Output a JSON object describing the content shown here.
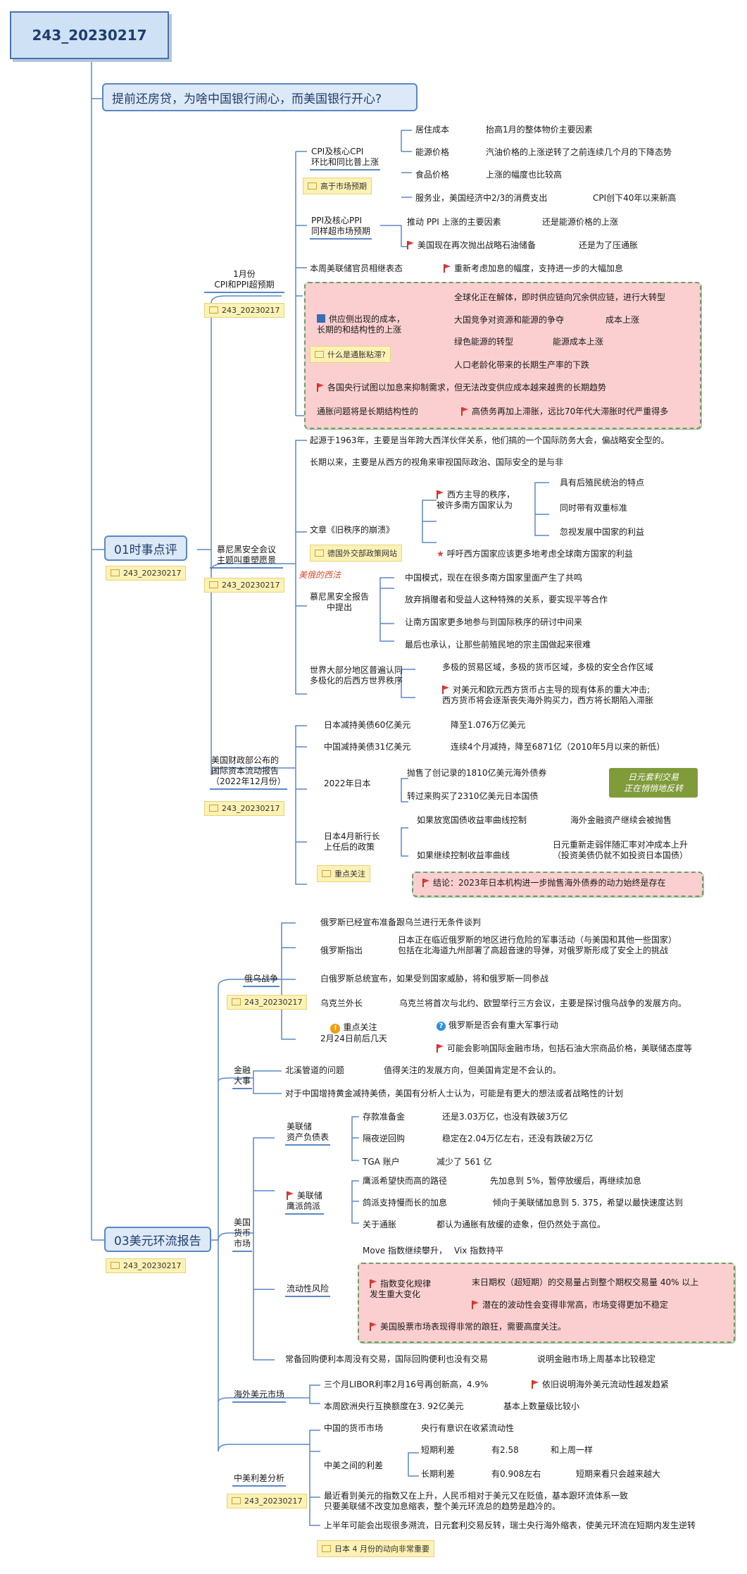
{
  "root": "243_20230217",
  "topic": "提前还房贷，为啥中国银行闹心，而美国银行开心?",
  "tag_code": "243_20230217",
  "s1": {
    "title": "01时事点评",
    "cpi": {
      "title": "1月份\nCPI和PPI超预期",
      "cpi_label": "CPI及核心CPI\n环比和同比普上涨",
      "cpi_tag": "高于市场预期",
      "items": [
        {
          "k": "居住成本",
          "v": "抬高1月的整体物价主要因素"
        },
        {
          "k": "能源价格",
          "v": "汽油价格的上涨逆转了之前连续几个月的下降态势"
        },
        {
          "k": "食品价格",
          "v": "上涨的幅度也比较高"
        },
        {
          "k": "服务业，美国经济中2/3的消费支出",
          "v": "CPI创下40年以来新高"
        }
      ],
      "ppi_label": "PPI及核心PPI\n同样超市场预期",
      "ppi_1": "推动 PPI 上涨的主要因素",
      "ppi_1v": "还是能源价格的上涨",
      "ppi_2": "美国现在再次抛出战略石油储备",
      "ppi_2v": "还是为了压通胀",
      "fed": "本周美联储官员相继表态",
      "fed_v": "重新考虑加息的幅度，支持进一步的大幅加息",
      "supply": "供应侧出现的成本，\n长期的和结构性的上涨",
      "supply_tag": "什么是通胀粘滞?",
      "supply_items": [
        "全球化正在解体，即时供应链向冗余供应链，进行大转型",
        "大国竞争对资源和能源的争夺",
        "绿色能源的转型",
        "人口老龄化带来的长期生产率的下跌"
      ],
      "cost_up": "成本上涨",
      "energy_cost": "能源成本上涨",
      "central": "各国央行试图以加息来抑制需求，但无法改变供应成本越来越贵的长期趋势",
      "inflation": "通胀问题将是长期结构性的",
      "inflation_v": "高债务再加上滞胀，远比70年代大滞胀时代严重得多"
    },
    "munich": {
      "title": "慕尼黑安全会议\n主题叫重塑愿景",
      "origin": "起源于1963年，主要是当年跨大西洋伙伴关系，他们搞的一个国际防务大会，偏战略安全型的。",
      "west": "长期以来，主要是从西方的视角来审视国际政治、国际安全的是与非",
      "article": "文章《旧秩序的崩溃》",
      "article_tag": "德国外交部政策网站",
      "west_order": "西方主导的秩序，\n被许多南方国家认为",
      "west_items": [
        "具有后殖民统治的特点",
        "同时带有双重标准",
        "忽视发展中国家的利益"
      ],
      "call": "呼吁西方国家应该更多地考虑全球南方国家的利益",
      "watermark": "美俄的西法",
      "report": "慕尼黑安全报告\n中提出",
      "report_items": [
        "中国模式，现在在很多南方国家里面产生了共鸣",
        "放弃捐赠者和受益人这种特殊的关系，要实现平等合作",
        "让南方国家更多地参与到国际秩序的研讨中间来",
        "最后也承认，让那些前殖民地的宗主国做起来很难"
      ],
      "world": "世界大部分地区普遍认同\n多极化的后西方世界秩序",
      "world_1": "多极的贸易区域，多极的货币区域，多极的安全合作区域",
      "world_2": "对美元和欧元西方货币占主导的现有体系的重大冲击;\n西方货币将会逐渐丧失海外购买力，西方将长期陷入滞胀"
    },
    "treasury": {
      "title": "美国财政部公布的\n国际资本流动报告\n（2022年12月份）",
      "jp": "日本减持美债60亿美元",
      "jp_v": "降至1.076万亿美元",
      "cn": "中国减持美债31亿美元",
      "cn_v": "连续4个月减持，降至6871亿（2010年5月以来的新低）",
      "jp2022": "2022年日本",
      "jp2022_1": "抛售了创记录的1810亿美元海外债券",
      "jp2022_2": "转过来购买了2310亿美元日本国债",
      "carry": "日元套利交易\n正在悄悄地反转",
      "boj": "日本4月新行长\n上任后的政策",
      "boj_tag": "重点关注",
      "boj_1": "如果放宽国债收益率曲线控制",
      "boj_1v": "海外金融资产继续会被抛售",
      "boj_2": "如果继续控制收益率曲线",
      "boj_2v": "日元重新走弱伴随汇率对冲成本上升\n（投资美债仍就不如投资日本国债）",
      "conclusion": "结论：2023年日本机构进一步抛售海外债券的动力始终是存在"
    }
  },
  "s3": {
    "title": "03美元环流报告",
    "war": {
      "title": "俄乌战争",
      "t1": "俄罗斯已经宣布准备跟乌兰进行无条件谈判",
      "t2": "俄罗斯指出",
      "t2v": "日本正在临近俄罗斯的地区进行危险的军事活动（与美国和其他一些国家）\n包括在北海道九州部署了高超音速的导弹，对俄罗斯形成了安全上的挑战",
      "t3": "白俄罗斯总统宣布，如果受到国家威胁，将和俄罗斯一同参战",
      "t4": "乌克兰外长",
      "t4v": "乌克兰将首次与北约、欧盟举行三方会议，主要是探讨俄乌战争的发展方向。",
      "t5": "重点关注\n2月24日前后几天",
      "t5a": "俄罗斯是否会有重大军事行动",
      "t5b": "可能会影响国际金融市场，包括石油大宗商品价格，美联储态度等"
    },
    "fin": {
      "title": "金融\n大事",
      "t1": "北溪管道的问题",
      "t1v": "值得关注的发展方向，但美国肯定是不会认的。",
      "t2": "对于中国增持黄金减持美债，美国有分析人士认为，可能是有更大的想法或者战略性的计划"
    },
    "money": {
      "title": "美国\n货币\n市场",
      "bs": "美联储\n资产负债表",
      "bs_items": [
        {
          "k": "存款准备金",
          "v": "还是3.03万亿，也没有跌破3万亿"
        },
        {
          "k": "隔夜逆回购",
          "v": "稳定在2.04万亿左右，还没有跌破2万亿"
        },
        {
          "k": "TGA 账户",
          "v": "减少了 561 亿"
        }
      ],
      "hawk": "美联储\n鹰派鸽派",
      "hawk_items": [
        {
          "k": "鹰派希望快而高的路径",
          "v": "先加息到 5%，暂停放缓后，再继续加息"
        },
        {
          "k": "鸽派支持慢而长的加息",
          "v": "倾向于美联储加息到 5. 375，希望以最快速度达到"
        },
        {
          "k": "关于通胀",
          "v": "都认为通胀有放缓的迹象，但仍然处于高位。"
        }
      ],
      "liq": "流动性风险",
      "liq_1": "Move 指数继续攀升，",
      "liq_1v": "Vix 指数持平",
      "liq_2": "指数变化规律\n发生重大变化",
      "liq_2a": "末日期权（超短期）的交易量占到整个期权交易量 40% 以上",
      "liq_2b": "潜在的波动性会变得非常高，市场变得更加不稳定",
      "liq_3": "美国股票市场表现得非常的踉狂，需要高度关注。",
      "repo": "常备回购便利本周没有交易，国际回购便利也没有交易",
      "repo_v": "说明金融市场上周基本比较稳定"
    },
    "overseas": {
      "title": "海外美元市场",
      "t1": "三个月LIBOR利率2月16号再创新高，4.9%",
      "t1v": "依旧说明海外美元流动性越发趋紧",
      "t2": "本周欧洲央行互换额度在3. 92亿美元",
      "t2v": "基本上数量级比较小"
    },
    "rate": {
      "title": "中美利差分析",
      "t1": "中国的货币市场",
      "t1v": "央行有意识在收紧流动性",
      "t2": "中美之间的利差",
      "t2a": "短期利差",
      "t2a_v": "有2.58",
      "t2a_w": "和上周一样",
      "t2b": "长期利差",
      "t2b_v": "有0.908左右",
      "t2b_w": "短期来看只会越来越大",
      "t3": "最近看到美元的指数又在上升，人民币相对于美元又在贬值，基本跟环流体系一致\n只要美联储不改变加息缩表，整个美元环流总的趋势是趋冷的。",
      "t4": "上半年可能会出现很多溯流，日元套利交易反转，瑞士央行海外缩表，使美元环流在短期内发生逆转",
      "tag": "日本 4 月份的动向非常重要"
    }
  }
}
